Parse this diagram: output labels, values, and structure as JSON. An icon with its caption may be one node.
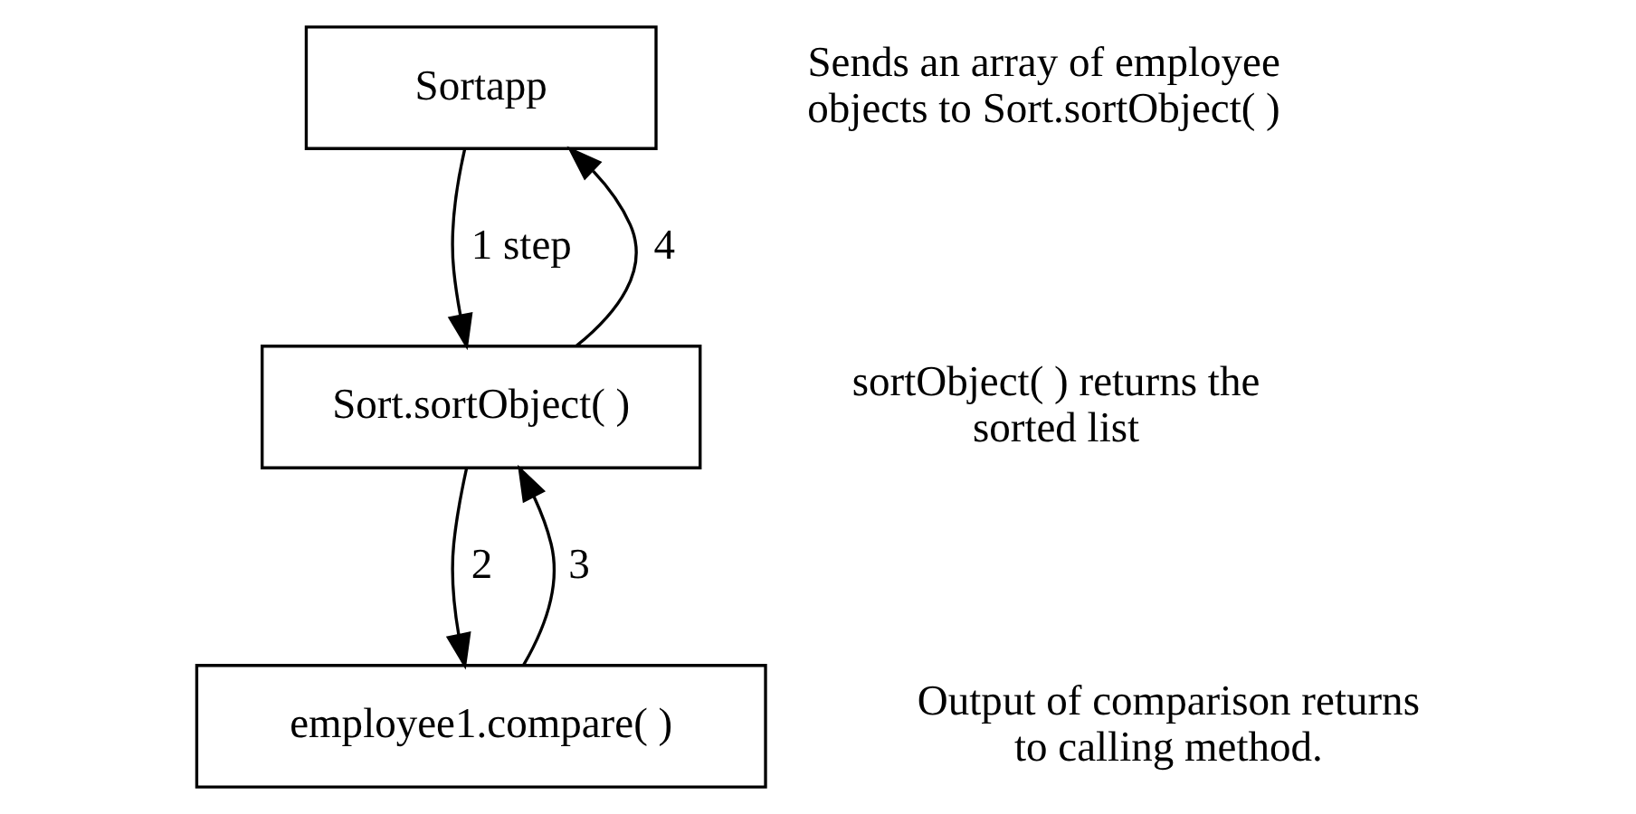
{
  "diagram": {
    "nodes": [
      {
        "text": [
          "Sortapp"
        ]
      },
      {
        "text": [
          "Sort.sortObject( )"
        ]
      },
      {
        "text": [
          "employee1.compare( )"
        ]
      }
    ],
    "edges": [
      {
        "from": 1,
        "to": 0,
        "arrow": "to",
        "label": "4"
      },
      {
        "from": 0,
        "to": 1,
        "arrow": "to",
        "label": "1 step"
      },
      {
        "from": 2,
        "to": 1,
        "arrow": "to",
        "label": "3"
      },
      {
        "from": 1,
        "to": 2,
        "arrow": "to",
        "label": "2"
      }
    ],
    "labels": [
      "Sends an array of employee objects to Sort.sortObject( )",
      "sortObject( ) returns the sorted list",
      "Output of comparison returns to calling method."
    ]
  }
}
